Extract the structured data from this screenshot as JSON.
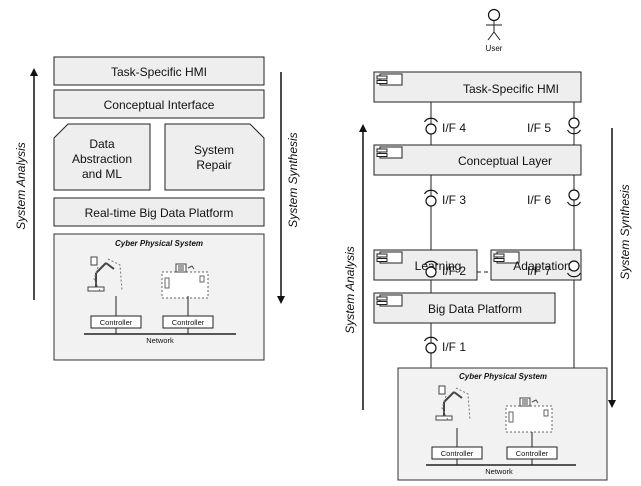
{
  "left": {
    "hmi": "Task-Specific HMI",
    "conceptual_interface": "Conceptual Interface",
    "data_abstraction": [
      "Data",
      "Abstraction",
      "and ML"
    ],
    "system_repair": [
      "System",
      "Repair"
    ],
    "big_data": "Real-time Big Data Platform",
    "cps_title": "Cyber Physical System",
    "controller_1": "Controller",
    "controller_2": "Controller",
    "network": "Network",
    "analysis_label": "System Analysis",
    "synthesis_label": "System Synthesis"
  },
  "right": {
    "user": "User",
    "hmi": "Task-Specific HMI",
    "conceptual_layer": "Conceptual Layer",
    "learning": "Learning",
    "adaptation": "Adaptation",
    "big_data": "Big Data Platform",
    "interfaces": {
      "if1": "I/F 1",
      "if2": "I/F 2",
      "if3": "I/F 3",
      "if4": "I/F 4",
      "if5": "I/F 5",
      "if6": "I/F 6",
      "if7": "I/F 7"
    },
    "cps_title": "Cyber Physical System",
    "controller_1": "Controller",
    "controller_2": "Controller",
    "network": "Network",
    "analysis_label": "System Analysis",
    "synthesis_label": "System Synthesis"
  },
  "icons": [
    "user-icon",
    "component-icon",
    "provided-interface-icon",
    "required-interface-icon",
    "robot-arm-icon",
    "machine-icon"
  ]
}
